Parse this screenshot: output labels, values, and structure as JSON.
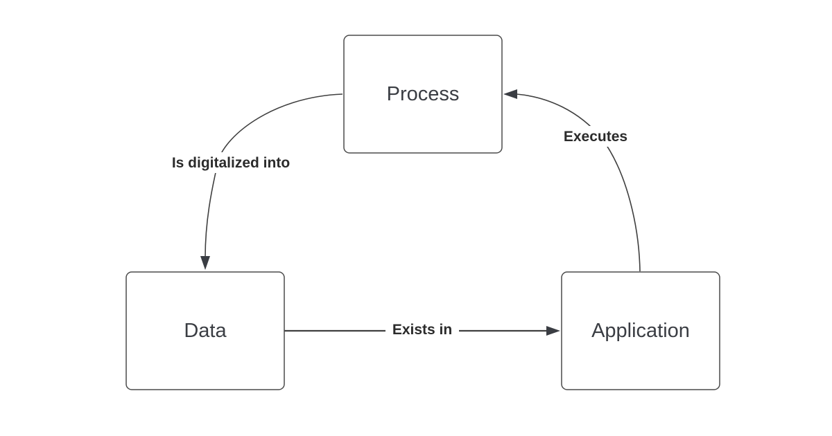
{
  "nodes": {
    "process": {
      "label": "Process"
    },
    "data": {
      "label": "Data"
    },
    "application": {
      "label": "Application"
    }
  },
  "edges": {
    "process_to_data": {
      "label": "Is digitalized into"
    },
    "data_to_application": {
      "label": "Exists in"
    },
    "application_to_process": {
      "label": "Executes"
    }
  },
  "colors": {
    "stroke": "#4a4a4a",
    "text": "#3a3d43",
    "background": "#ffffff"
  }
}
